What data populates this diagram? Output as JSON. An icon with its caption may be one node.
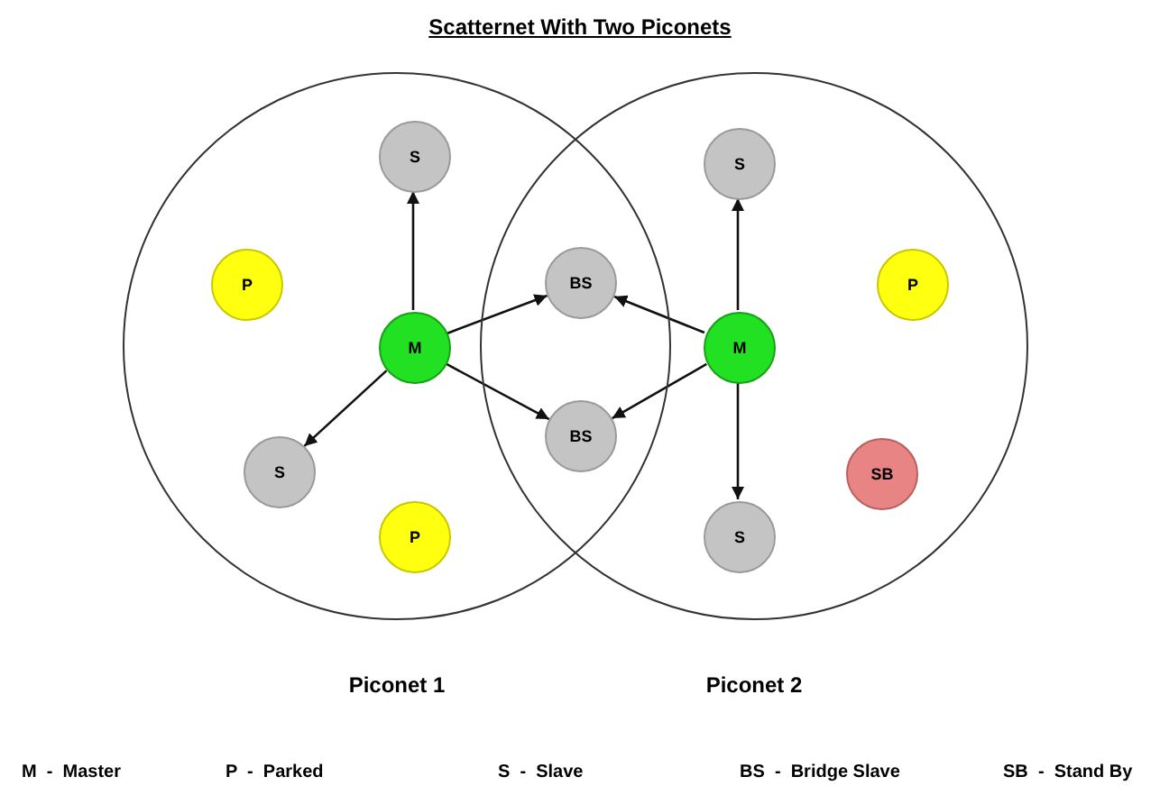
{
  "diagram": {
    "title": "Scatternet With Two Piconets",
    "nodes": [
      {
        "text": [
          "Piconet 1"
        ]
      },
      {
        "text": [
          "Piconet 2"
        ]
      },
      {
        "text": [
          "S"
        ],
        "in": 0
      },
      {
        "text": [
          "P"
        ],
        "in": 0
      },
      {
        "text": [
          "M"
        ],
        "in": 0
      },
      {
        "text": [
          "S"
        ],
        "in": 0
      },
      {
        "text": [
          "P"
        ],
        "in": 0
      },
      {
        "text": [
          "BS"
        ]
      },
      {
        "text": [
          "BS"
        ]
      },
      {
        "text": [
          "S"
        ],
        "in": 1
      },
      {
        "text": [
          "P"
        ],
        "in": 1
      },
      {
        "text": [
          "M"
        ],
        "in": 1
      },
      {
        "text": [
          "SB"
        ],
        "in": 1
      },
      {
        "text": [
          "S"
        ],
        "in": 1
      }
    ],
    "edges": [
      {
        "from": 4,
        "to": 2,
        "arrow": "to"
      },
      {
        "from": 4,
        "to": 5,
        "arrow": "to"
      },
      {
        "from": 4,
        "to": 7,
        "arrow": "to"
      },
      {
        "from": 4,
        "to": 8,
        "arrow": "to"
      },
      {
        "from": 11,
        "to": 9,
        "arrow": "to"
      },
      {
        "from": 11,
        "to": 13,
        "arrow": "to"
      },
      {
        "from": 11,
        "to": 7,
        "arrow": "to"
      },
      {
        "from": 11,
        "to": 8,
        "arrow": "to"
      }
    ],
    "labels": [
      "M  -  Master",
      "P  -  Parked",
      "S  -  Slave",
      "BS  -  Bridge Slave",
      "SB  -  Stand By"
    ]
  }
}
